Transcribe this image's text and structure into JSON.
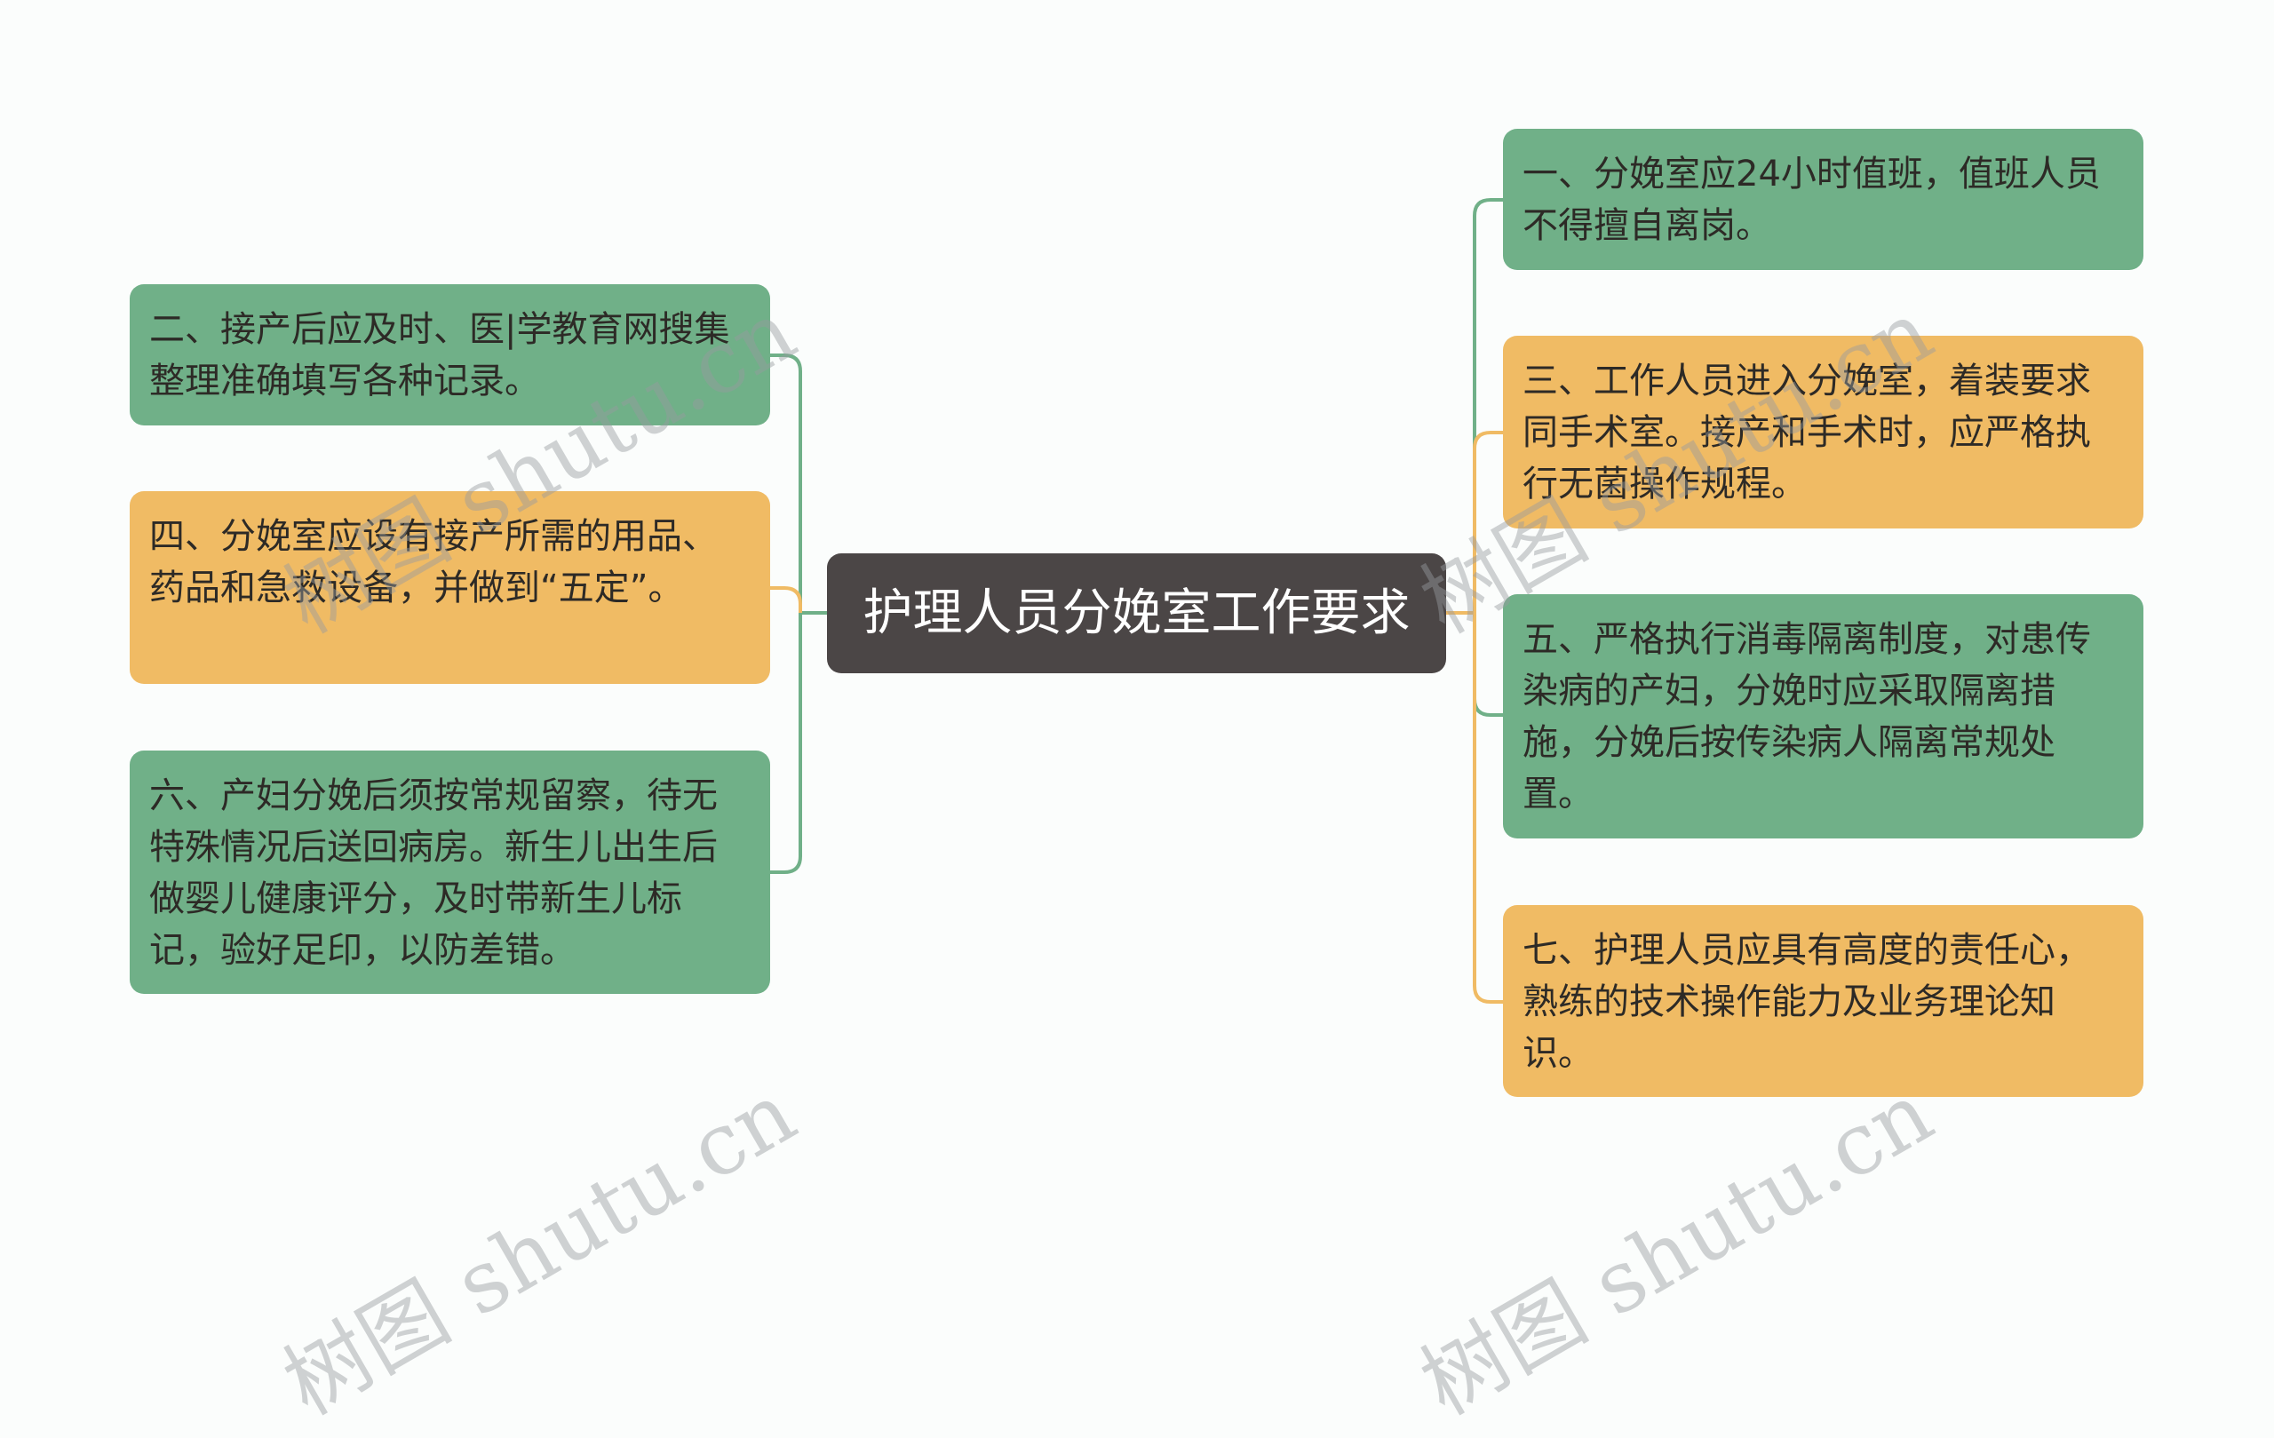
{
  "mindmap": {
    "center": {
      "label": "护理人员分娩室工作要求"
    },
    "left_nodes": [
      {
        "label": "二、接产后应及时、医|学教育网搜集整理准确填写各种记录。",
        "color": "#70b088"
      },
      {
        "label": "四、分娩室应设有接产所需的用品、药品和急救设备，并做到“五定”。",
        "color": "#f0bb64"
      },
      {
        "label": "六、产妇分娩后须按常规留察，待无特殊情况后送回病房。新生儿出生后做婴儿健康评分，及时带新生儿标记，验好足印，以防差错。",
        "color": "#70b088"
      }
    ],
    "right_nodes": [
      {
        "label": "一、分娩室应24小时值班，值班人员不得擅自离岗。",
        "color": "#70b088"
      },
      {
        "label": "三、工作人员进入分娩室，着装要求同手术室。接产和手术时，应严格执行无菌操作规程。",
        "color": "#f0bb64"
      },
      {
        "label": "五、严格执行消毒隔离制度，对患传染病的产妇，分娩时应采取隔离措施，分娩后按传染病人隔离常规处置。",
        "color": "#70b088"
      },
      {
        "label": "七、护理人员应具有高度的责任心，熟练的技术操作能力及业务理论知识。",
        "color": "#f0bb64"
      }
    ]
  },
  "watermark": {
    "text": "树图 shutu.cn"
  },
  "colors": {
    "background": "#fbfdfc",
    "center": "#4b4646",
    "green": "#70b088",
    "orange": "#f0bb64"
  }
}
